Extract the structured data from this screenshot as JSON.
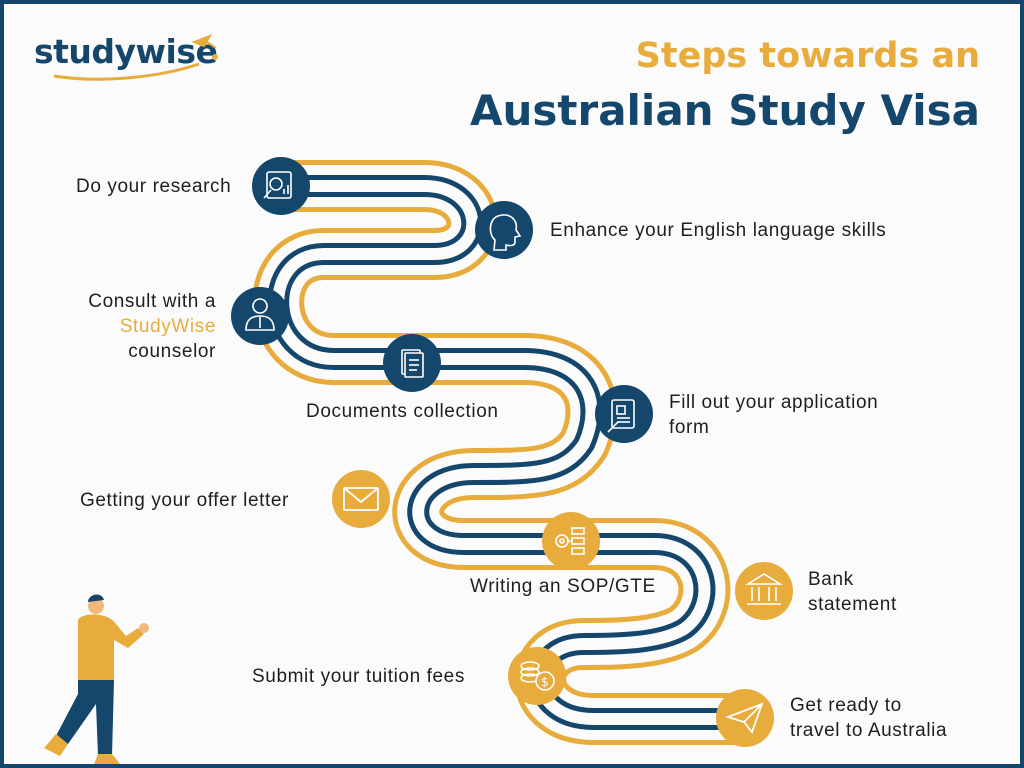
{
  "brand": {
    "logo_text": "studywise"
  },
  "header": {
    "title_line1": "Steps towards an",
    "title_line2": "Australian Study Visa"
  },
  "steps": [
    {
      "label": "Do your research",
      "icon": "research-icon"
    },
    {
      "label": "Enhance your English language skills",
      "icon": "speaking-head-icon"
    },
    {
      "label_line1": "Consult with a",
      "label_line2": "StudyWise",
      "label_line3": "counselor",
      "icon": "counselor-icon"
    },
    {
      "label": "Documents collection",
      "icon": "documents-icon"
    },
    {
      "label_line1": "Fill out your application",
      "label_line2": "form",
      "icon": "application-form-icon"
    },
    {
      "label": "Getting your offer letter",
      "icon": "envelope-icon"
    },
    {
      "label": "Writing an SOP/GTE",
      "icon": "checklist-icon"
    },
    {
      "label_line1": "Bank",
      "label_line2": "statement",
      "icon": "bank-icon"
    },
    {
      "label": "Submit your tuition fees",
      "icon": "coins-icon"
    },
    {
      "label_line1": "Get ready to",
      "label_line2": "travel to Australia",
      "icon": "paper-plane-icon"
    }
  ],
  "colors": {
    "navy": "#14476b",
    "gold": "#e8ac3c",
    "background": "#fbfbfb"
  }
}
